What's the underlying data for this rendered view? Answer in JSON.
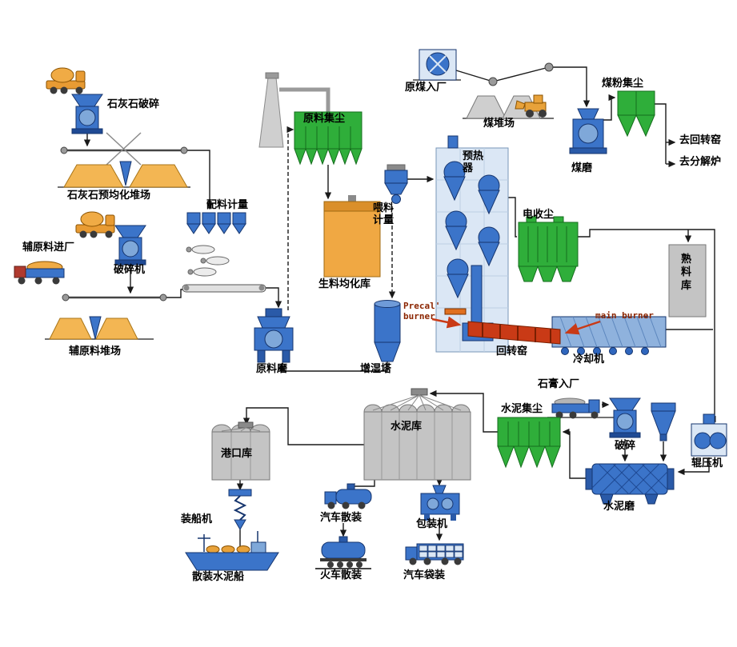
{
  "diagram": {
    "background": "#ffffff",
    "colors": {
      "equipment_blue": "#3b74c9",
      "dust_collector_green": "#2fae3a",
      "material_orange": "#f0a843",
      "kiln_red": "#c93a16",
      "silo_gray": "#c4c4c4"
    },
    "labels": {
      "limestone_crushing": "石灰石破碎",
      "limestone_preblending_yard": "石灰石预均化堆场",
      "aux_material_entry": "辅原料进厂",
      "crusher": "破碎机",
      "batching_metering": "配料计量",
      "aux_material_yard": "辅原料堆场",
      "raw_material_dust": "原料集尘",
      "raw_mill": "原料磨",
      "raw_meal_silo": "生料均化库",
      "feeding_metering": "喂料计量",
      "humidifying_tower": "增湿塔",
      "preheater": "预热器",
      "raw_coal_entry": "原煤入厂",
      "coal_yard": "煤堆场",
      "coal_dust": "煤粉集尘",
      "coal_mill": "煤磨",
      "to_rotary_kiln": "去回转窑",
      "to_calciner": "去分解炉",
      "esp": "电收尘",
      "clinker_silo": "熟料库",
      "precal_burner": "Precal' burner",
      "main_burner": "main burner",
      "rotary_kiln": "回转窑",
      "cooler": "冷却机",
      "gypsum_entry": "石膏入厂",
      "cement_dust": "水泥集尘",
      "crushing": "破碎",
      "roller_press": "辊压机",
      "cement_mill": "水泥磨",
      "cement_silo": "水泥库",
      "port_silo": "港口库",
      "ship_loader": "装船机",
      "bulk_cement_ship": "散装水泥船",
      "truck_bulk": "汽车散装",
      "train_bulk": "火车散装",
      "packing_machine": "包装机",
      "truck_bag": "汽车袋装"
    }
  }
}
